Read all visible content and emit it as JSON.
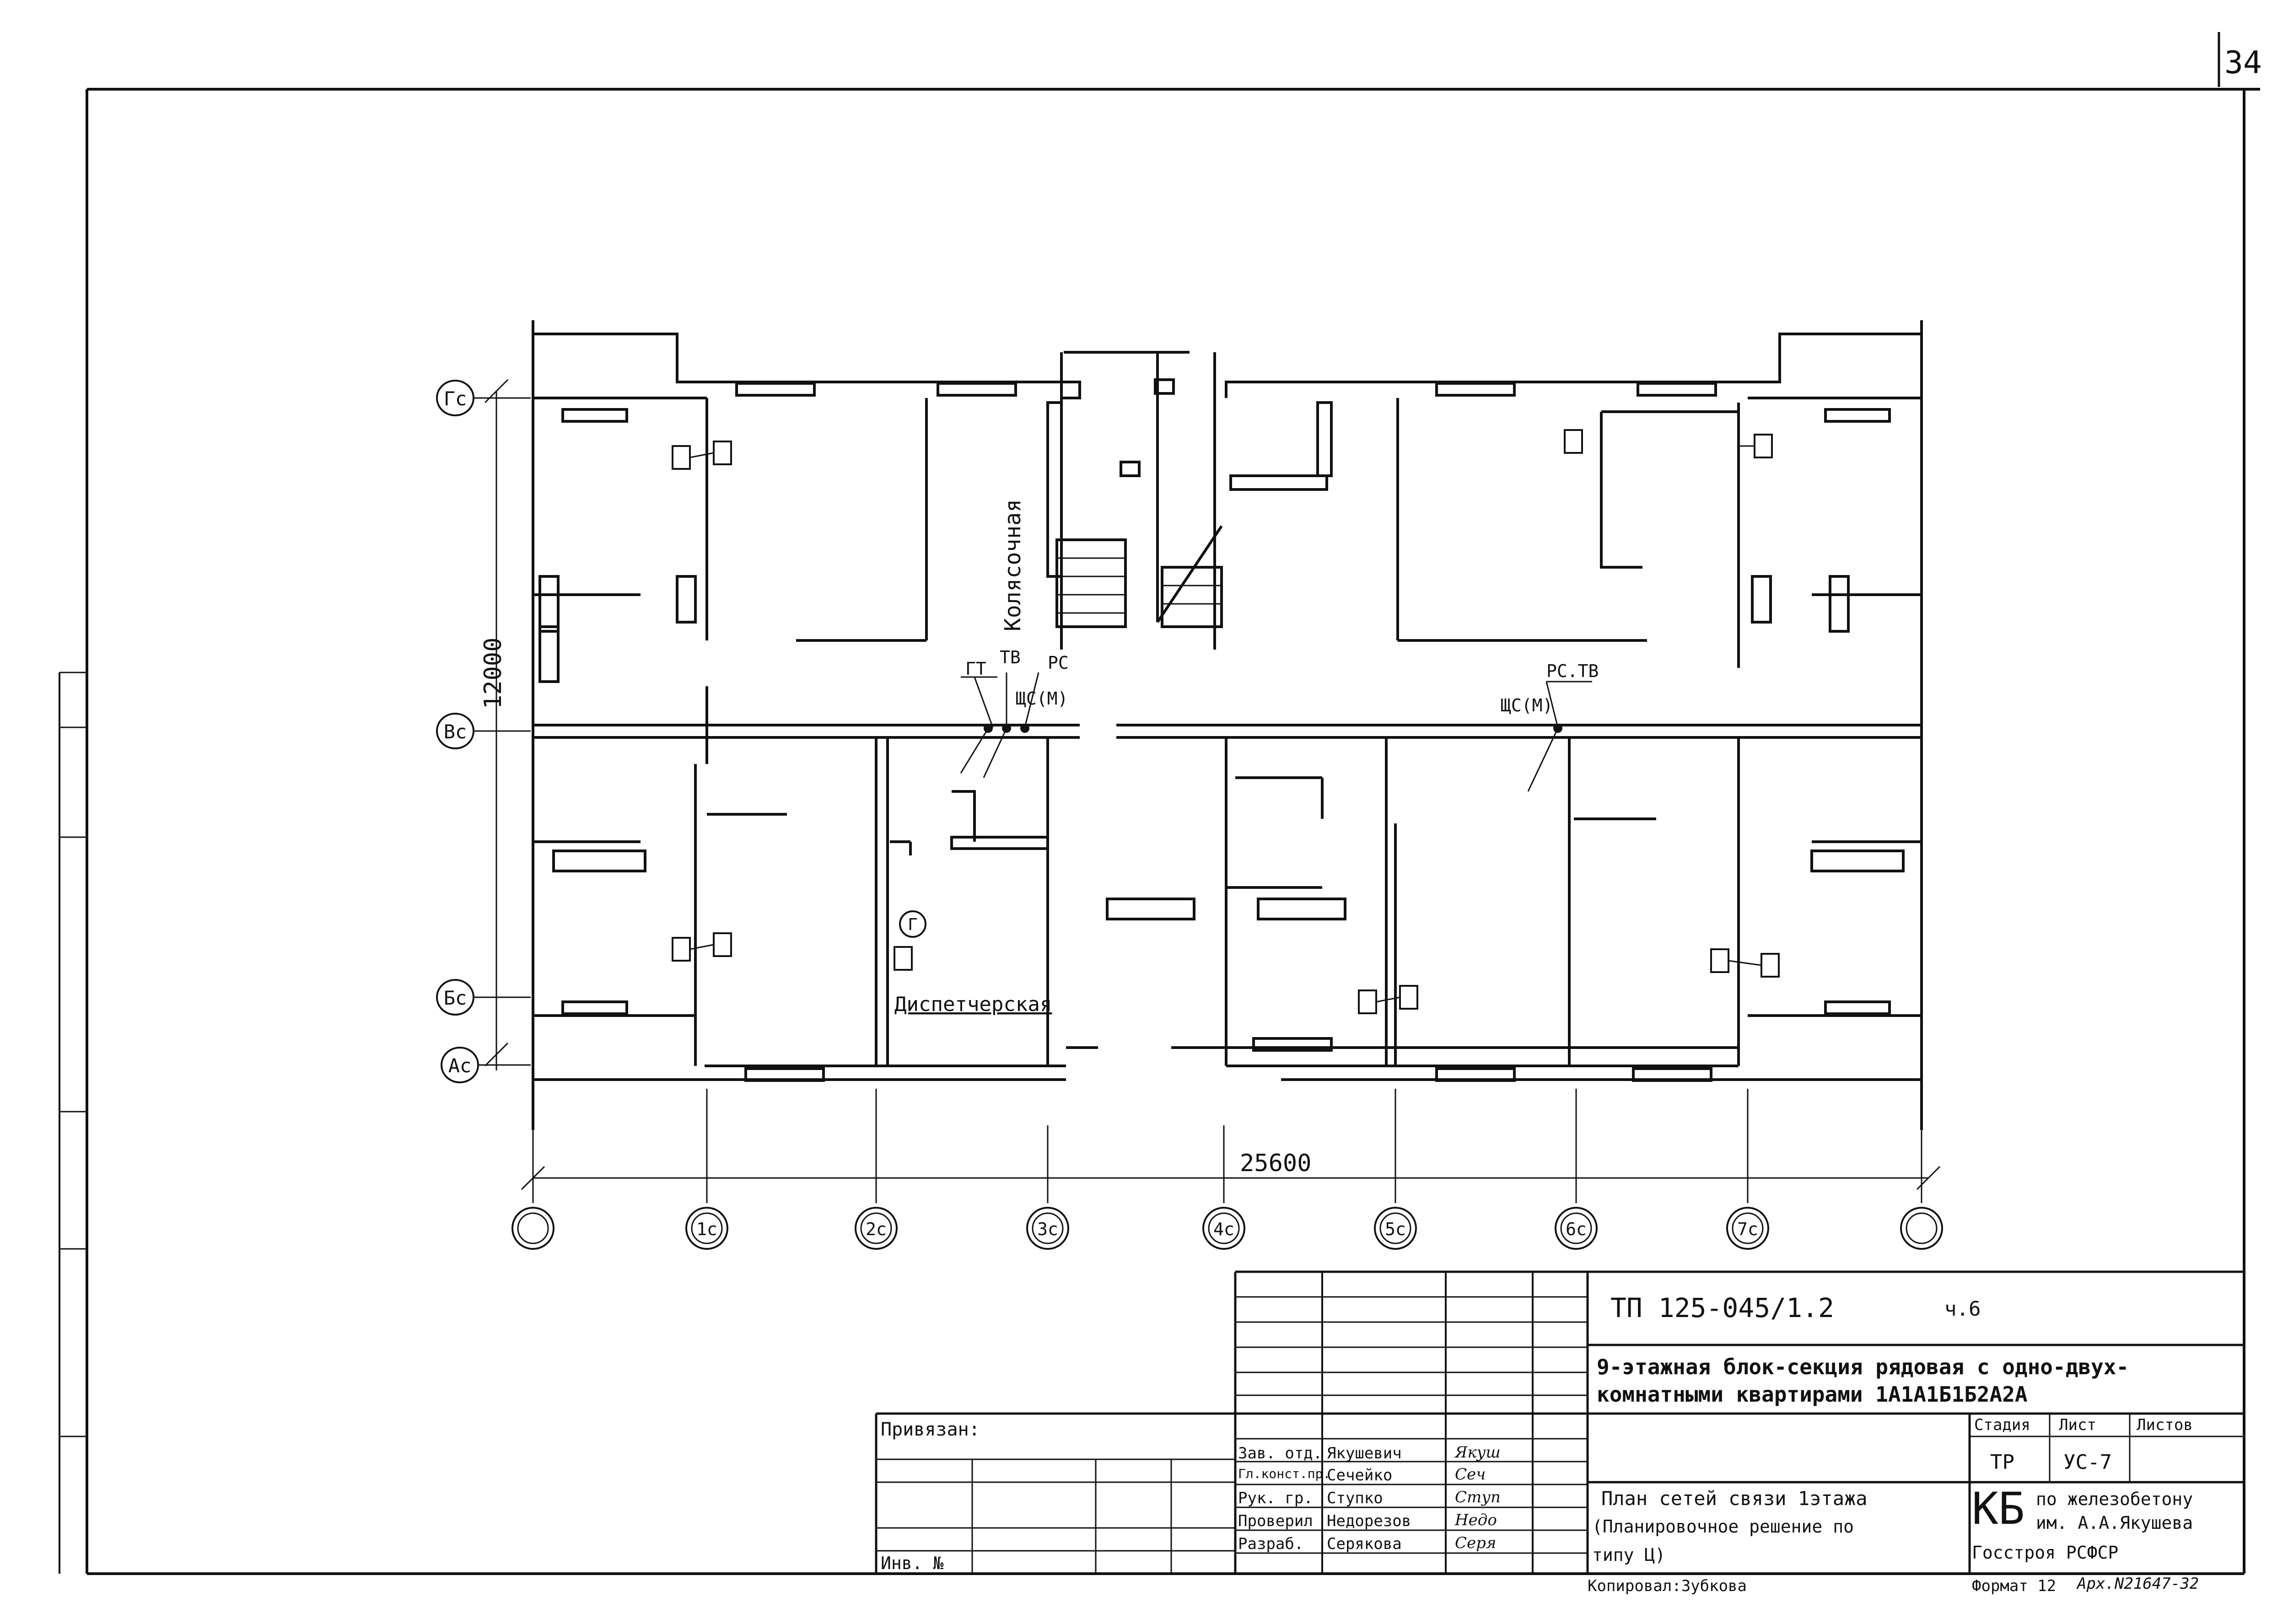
{
  "sheet_number": "34",
  "building": {
    "rooms": {
      "stroller": "Колясочная",
      "dispatcher": "Диспетчерская"
    },
    "equipment": {
      "gt": "ГТ",
      "tv": "ТВ",
      "rs": "РС",
      "shs_left": "ЩС(М)",
      "rs_tv": "РС.ТВ",
      "shs_right": "ЩС(М)",
      "g": "Г"
    },
    "dims": {
      "width": "25600",
      "height": "12000"
    },
    "row_axes": [
      "Гс",
      "Вс",
      "Бс",
      "Ас"
    ],
    "col_axes": [
      "",
      "1с",
      "2с",
      "3с",
      "4с",
      "5с",
      "6с",
      "7с",
      ""
    ]
  },
  "title_block": {
    "code": "ТП 125-045/1.2",
    "part": "ч.6",
    "description_line1": "9-этажная блок-секция рядовая с одно-двух-",
    "description_line2": "комнатными квартирами 1А1А1Б1Б2А2А",
    "stage_header": "Стадия",
    "sheet_header": "Лист",
    "sheets_header": "Листов",
    "stage": "ТР",
    "sheet": "УС-7",
    "drawing_title_1": "План сетей связи 1этажа",
    "drawing_title_2": "(Планировочное решение по",
    "drawing_title_3": "типу Ц)",
    "org_1": "по железобетону",
    "org_2": "им. А.А.Якушева",
    "org_3": "Госстроя РСФСР",
    "org_logo": "КБ",
    "bound_label": "Привязан:",
    "inv_label": "Инв. №",
    "copied": "Копировал:Зубкова",
    "format": "Формат 12",
    "archive": "Арх.N21647-32",
    "signers": [
      {
        "role": "Зав. отд.",
        "name": "Якушевич",
        "sign": "Якуш"
      },
      {
        "role": "Гл.конст.пр.",
        "name": "Сечейко",
        "sign": "Сеч"
      },
      {
        "role": "Рук. гр.",
        "name": "Ступко",
        "sign": "Ступ"
      },
      {
        "role": "Проверил",
        "name": "Недорезов",
        "sign": "Недо"
      },
      {
        "role": "Разраб.",
        "name": "Серякова",
        "sign": "Серя"
      }
    ]
  }
}
